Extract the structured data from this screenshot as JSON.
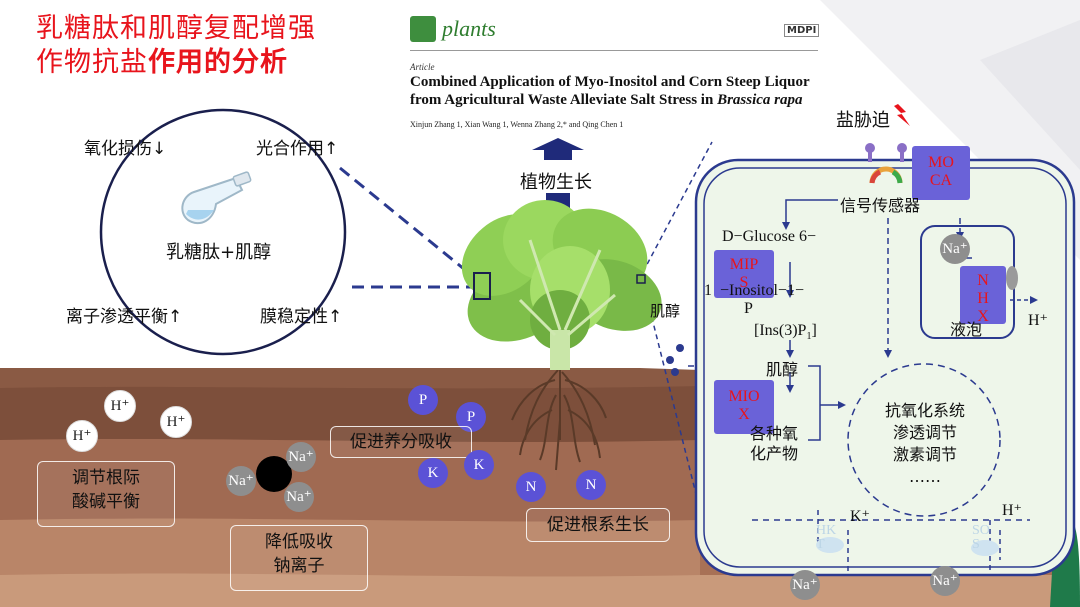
{
  "title": {
    "line1": "乳糖肽和肌醇复配增强",
    "line2_normal": "作物抗盐",
    "line2_bold": "作用的分析"
  },
  "article": {
    "journal": "plants",
    "publisher": "MDPI",
    "type": "Article",
    "title_line1": "Combined Application of Myo-Inositol and Corn Steep Liquor",
    "title_line2_prefix": "from Agricultural Waste Alleviate Salt Stress in ",
    "title_line2_italic": "Brassica rapa",
    "authors": "Xinjun Zhang 1, Xian Wang 1, Wenna Zhang 2,* and Qing Chen 1"
  },
  "circle": {
    "top_left": "氧化损伤↓",
    "top_right": "光合作用↑",
    "center": "乳糖肽+肌醇",
    "bottom_left": "离子渗透平衡↑",
    "bottom_right": "膜稳定性↑"
  },
  "plant": {
    "growth": "植物生长",
    "inositol": "肌醇"
  },
  "soil": {
    "box_regulate": "调节根际\n酸碱平衡",
    "box_reduce": "降低吸收\n钠离子",
    "box_nutrient": "促进养分吸收",
    "box_root": "促进根系生长",
    "ions": {
      "h": "H⁺",
      "na": "Na⁺",
      "p": "P",
      "k": "K",
      "n": "N"
    }
  },
  "cell": {
    "salt_stress": "盐胁迫",
    "sensor": "信号传感器",
    "moca": "MO\nCA",
    "glucose": "D−Glucose 6−",
    "mips": "MIP\nS",
    "inositol_p": "1  −Inositol−1−\n          P",
    "ins3p": "[Ins(3)P",
    "ins3p_sub": "1",
    "ins3p_end": "]",
    "inositol": "肌醇",
    "miox": "MIO\nX",
    "oxides": "各种氧\n化产物",
    "roles": [
      "抗氧化系统",
      "渗透调节",
      "激素调节",
      "……"
    ],
    "vacuole": "液泡",
    "nhx": "N\nH\nX",
    "h_plus": "H⁺",
    "k_plus": "K⁺",
    "hkt": "HK\nT",
    "sos": "SO\nS",
    "na_plus": "Na⁺"
  },
  "colors": {
    "title_red": "#e8141c",
    "dashed_blue": "#2b3a8f",
    "soil_brown": "#8a5a44",
    "purple": "#6a62d8",
    "cell_fill": "#eef6ea"
  }
}
